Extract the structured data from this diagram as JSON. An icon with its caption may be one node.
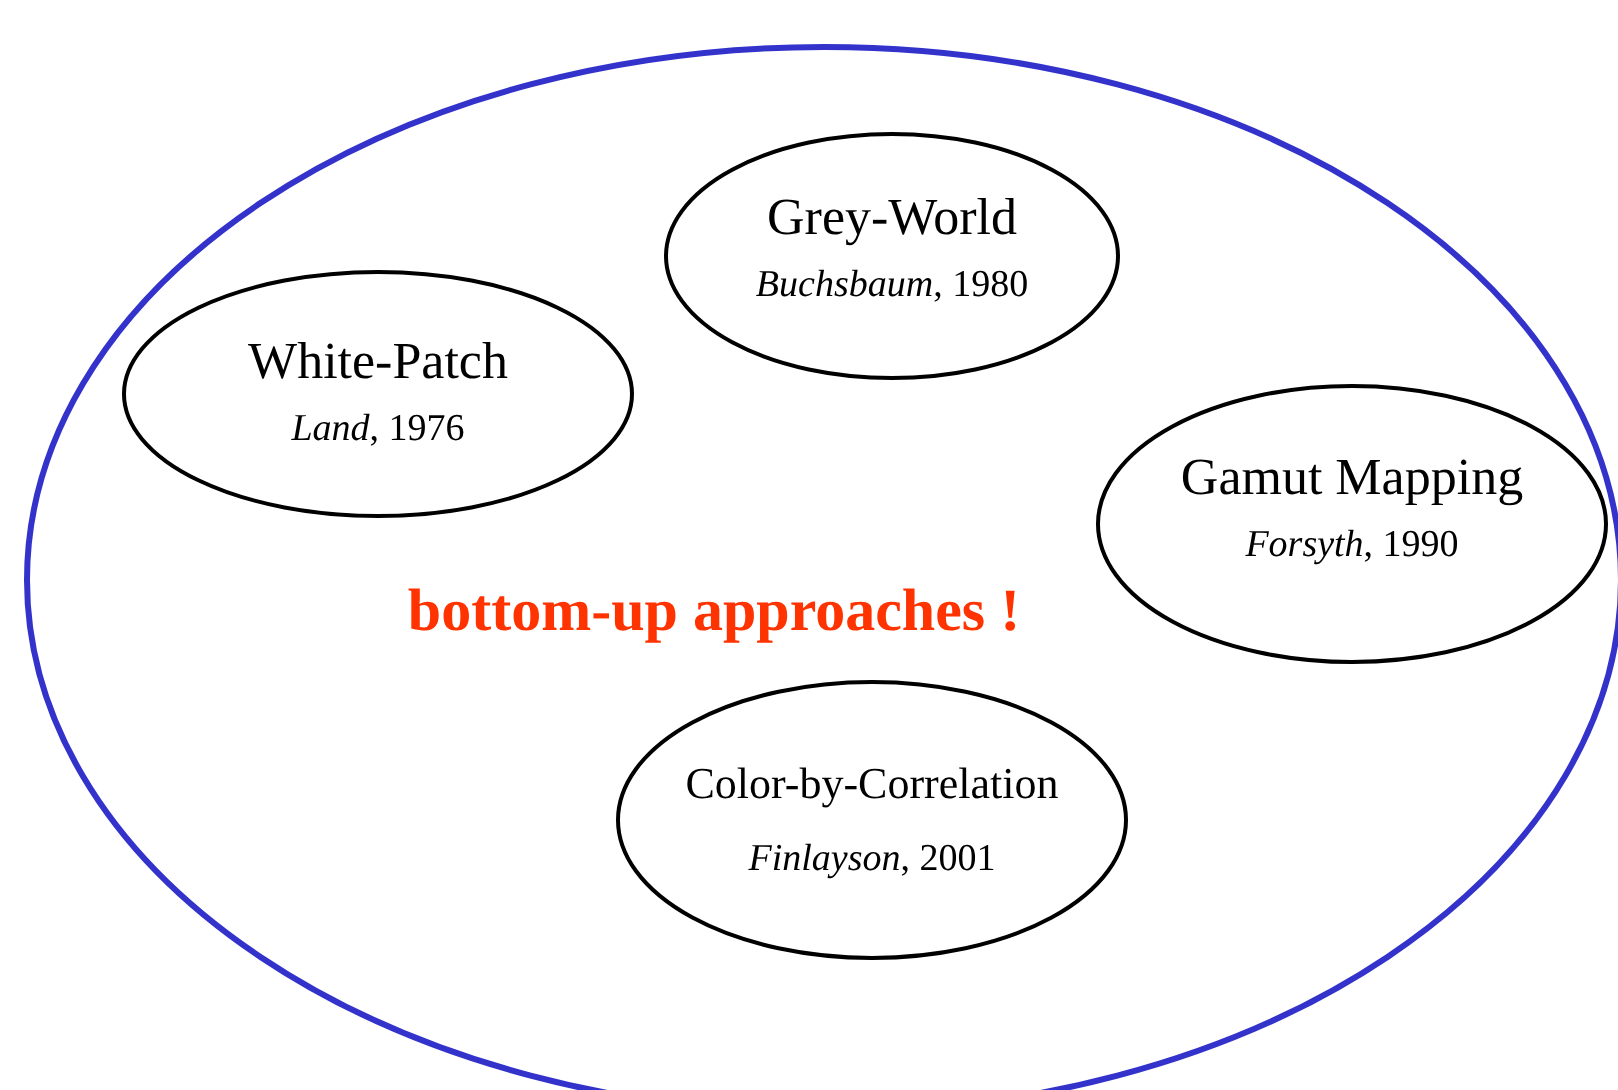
{
  "diagram": {
    "nodes": [
      {
        "text": [
          "bottom-up approaches !"
        ]
      },
      {
        "text": [
          "White-Patch",
          "*Land*, 1976"
        ],
        "in": 0
      },
      {
        "text": [
          "Grey-World",
          "*Buchsbaum*, 1980"
        ],
        "in": 0
      },
      {
        "text": [
          "Gamut Mapping",
          "*Forsyth*, 1990"
        ],
        "in": 0
      },
      {
        "text": [
          "Color-by-Correlation",
          "*Finlayson*, 2001"
        ],
        "in": 0
      }
    ]
  }
}
